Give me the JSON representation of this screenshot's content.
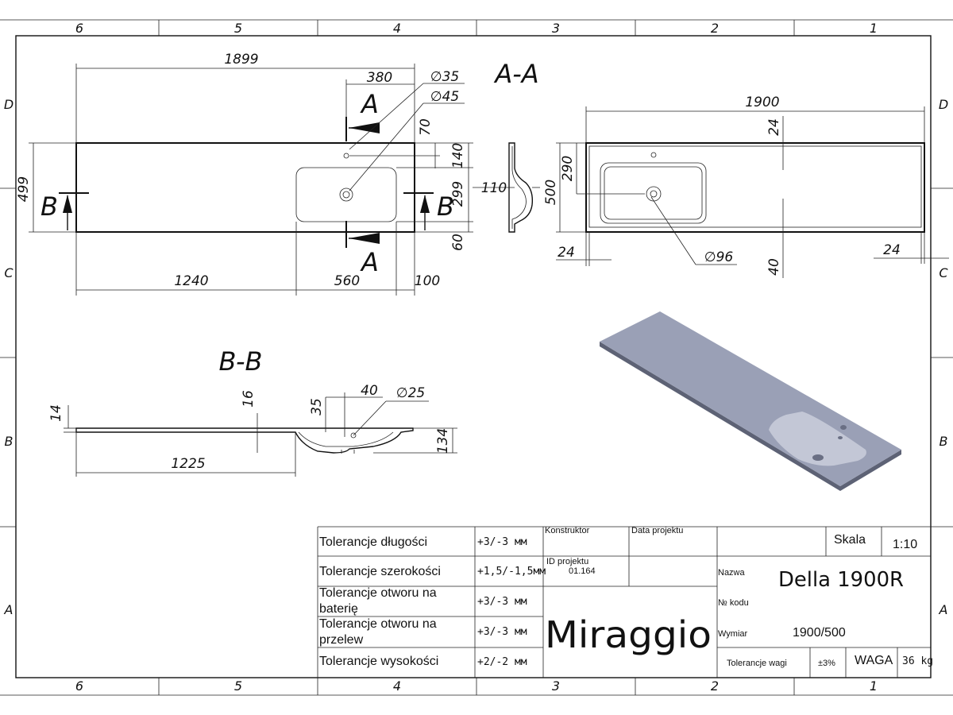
{
  "frame": {
    "top_columns": [
      "6",
      "5",
      "4",
      "3",
      "2",
      "1"
    ],
    "bottom_columns": [
      "6",
      "5",
      "4",
      "3",
      "2",
      "1"
    ],
    "left_rows": [
      "D",
      "C",
      "B",
      "A"
    ],
    "right_rows": [
      "D",
      "C",
      "B",
      "A"
    ]
  },
  "plan_view": {
    "section_label": "A-A",
    "cut_a_top": "A",
    "cut_a_bottom": "A",
    "cut_b_left": "B",
    "cut_b_right": "B",
    "dims": {
      "total_length": "1899",
      "faucet_offset": "380",
      "d35": "35",
      "d45": "45",
      "d70": "70",
      "d140": "140",
      "depth": "499",
      "d299": "299",
      "d60": "60",
      "d1240": "1240",
      "d560": "560",
      "d100": "100"
    }
  },
  "side_profile": {
    "depth_label": "110"
  },
  "right_view": {
    "dims": {
      "length": "1900",
      "d24_top": "24",
      "d290": "290",
      "d500": "500",
      "d24_left": "24",
      "d96": "96",
      "d40": "40",
      "d24_right": "24"
    }
  },
  "section_bb": {
    "label": "B-B",
    "dims": {
      "d14": "14",
      "d16": "16",
      "d35": "35",
      "d40": "40",
      "d25": "25",
      "d134": "134",
      "d1225": "1225"
    }
  },
  "title_block": {
    "rows": [
      {
        "label": "Tolerancje długości",
        "value": "+3/-3 мм"
      },
      {
        "label": "Tolerancje szerokości",
        "value": "+1,5/-1,5мм"
      },
      {
        "label": "Tolerancje otworu na",
        "label2": "baterię",
        "value": "+3/-3 мм"
      },
      {
        "label": "Tolerancje otworu na",
        "label2": "przelew",
        "value": "+3/-3 мм"
      },
      {
        "label": "Tolerancje wysokości",
        "value": "+2/-2 мм"
      }
    ],
    "konstruktor": "Konstruktor",
    "data_projektu": "Data projektu",
    "id_projektu": "ID projektu",
    "id_value": "01.164",
    "brand": "Miraggio",
    "skala_label": "Skala",
    "skala_value": "1:10",
    "nazwa_label": "Nazwa",
    "nazwa_value": "Della 1900R",
    "kod_label": "№ kodu",
    "wymiar_label": "Wymiar",
    "wymiar_value": "1900/500",
    "tol_wagi_label": "Tolerancje wagi",
    "tol_wagi_value": "±3%",
    "waga_label": "WAGA",
    "waga_value": "36 kg"
  },
  "colors": {
    "line": "#111111",
    "render_top": "#9aa0b6",
    "render_edge": "#5d6275"
  }
}
